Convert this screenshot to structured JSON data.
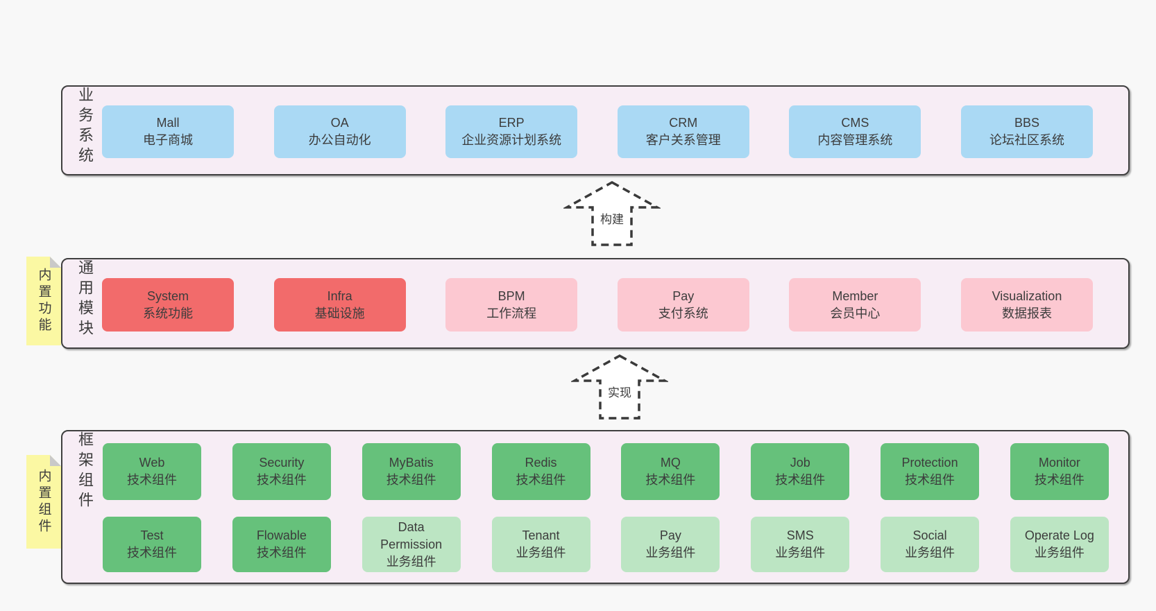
{
  "colors": {
    "page-bg": "#f8f8f8",
    "band-bg": "#f7edf5",
    "band-border": "#3f3f3f",
    "box-blue": "#aad9f4",
    "box-red": "#f26b6b",
    "box-pink": "#fcc8d1",
    "box-green-dark": "#66c17b",
    "box-green-light": "#bce5c3",
    "sticky-yellow": "#fbf8a3",
    "sticky-fold": "#c9c9c9",
    "text": "#3c3c3c"
  },
  "layers": {
    "business": {
      "label": "业务系统",
      "boxes": [
        {
          "title": "Mall",
          "subtitle": "电子商城"
        },
        {
          "title": "OA",
          "subtitle": "办公自动化"
        },
        {
          "title": "ERP",
          "subtitle": "企业资源计划系统"
        },
        {
          "title": "CRM",
          "subtitle": "客户关系管理"
        },
        {
          "title": "CMS",
          "subtitle": "内容管理系统"
        },
        {
          "title": "BBS",
          "subtitle": "论坛社区系统"
        }
      ]
    },
    "modules": {
      "label": "通用模块",
      "sticky": "内置功能",
      "boxes": [
        {
          "title": "System",
          "subtitle": "系统功能"
        },
        {
          "title": "Infra",
          "subtitle": "基础设施"
        },
        {
          "title": "BPM",
          "subtitle": "工作流程"
        },
        {
          "title": "Pay",
          "subtitle": "支付系统"
        },
        {
          "title": "Member",
          "subtitle": "会员中心"
        },
        {
          "title": "Visualization",
          "subtitle": "数据报表"
        }
      ]
    },
    "framework": {
      "label": "框架组件",
      "sticky": "内置组件",
      "row1": [
        {
          "title": "Web",
          "subtitle": "技术组件"
        },
        {
          "title": "Security",
          "subtitle": "技术组件"
        },
        {
          "title": "MyBatis",
          "subtitle": "技术组件"
        },
        {
          "title": "Redis",
          "subtitle": "技术组件"
        },
        {
          "title": "MQ",
          "subtitle": "技术组件"
        },
        {
          "title": "Job",
          "subtitle": "技术组件"
        },
        {
          "title": "Protection",
          "subtitle": "技术组件"
        },
        {
          "title": "Monitor",
          "subtitle": "技术组件"
        }
      ],
      "row2": [
        {
          "title": "Test",
          "subtitle": "技术组件"
        },
        {
          "title": "Flowable",
          "subtitle": "技术组件"
        },
        {
          "title": "Data Permission",
          "subtitle": "业务组件"
        },
        {
          "title": "Tenant",
          "subtitle": "业务组件"
        },
        {
          "title": "Pay",
          "subtitle": "业务组件"
        },
        {
          "title": "SMS",
          "subtitle": "业务组件"
        },
        {
          "title": "Social",
          "subtitle": "业务组件"
        },
        {
          "title": "Operate Log",
          "subtitle": "业务组件"
        }
      ]
    }
  },
  "arrows": {
    "build": {
      "label": "构建"
    },
    "implement": {
      "label": "实现"
    }
  }
}
